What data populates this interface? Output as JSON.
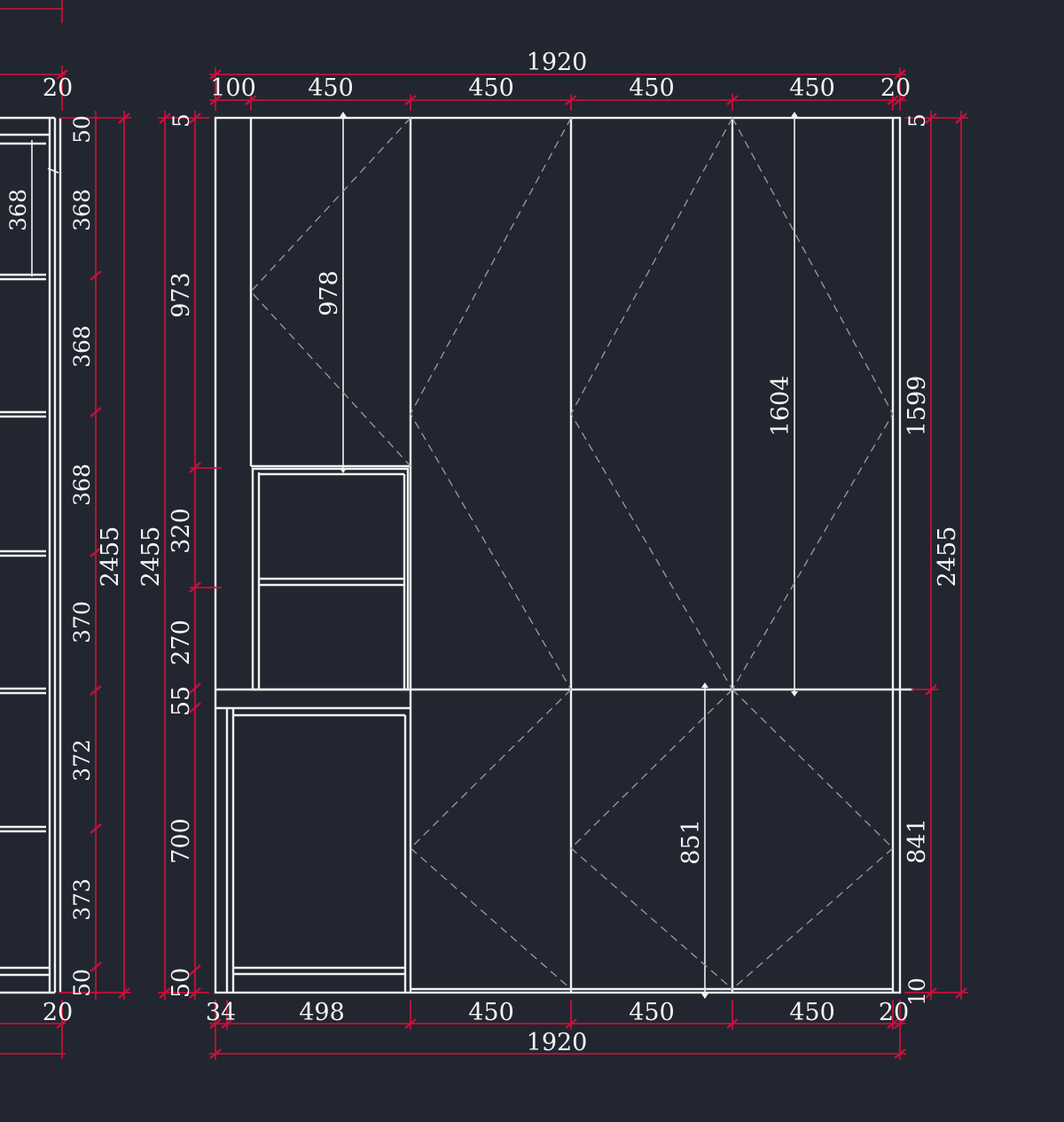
{
  "labels": {
    "top_total": "1920",
    "top_left_partial": "20",
    "top_100": "100",
    "top_450_1": "450",
    "top_450_2": "450",
    "top_450_3": "450",
    "top_450_4": "450",
    "top_20": "20",
    "left_50_top": "50",
    "left_368_a": "368",
    "left_368_b": "368",
    "left_368_c": "368",
    "left_370": "370",
    "left_372": "372",
    "left_373": "373",
    "left_50_bottom": "50",
    "left_2455": "2455",
    "left_368_inner": "368",
    "left_bottom_20": "20",
    "side_5_top": "5",
    "side_973": "973",
    "side_320": "320",
    "side_270": "270",
    "side_55": "55",
    "side_700": "700",
    "side_50": "50",
    "side_2455": "2455",
    "inner_978": "978",
    "inner_1604": "1604",
    "inner_851": "851",
    "right_5": "5",
    "right_1599": "1599",
    "right_841": "841",
    "right_10": "10",
    "right_2455": "2455",
    "bottom_34": "34",
    "bottom_498": "498",
    "bottom_450_1": "450",
    "bottom_450_2": "450",
    "bottom_450_3": "450",
    "bottom_20": "20",
    "bottom_total": "1920"
  },
  "colors": {
    "background": "#212630",
    "line": "#f2f2f2",
    "dimension": "#c6103a",
    "hidden": "#9a9da3"
  }
}
